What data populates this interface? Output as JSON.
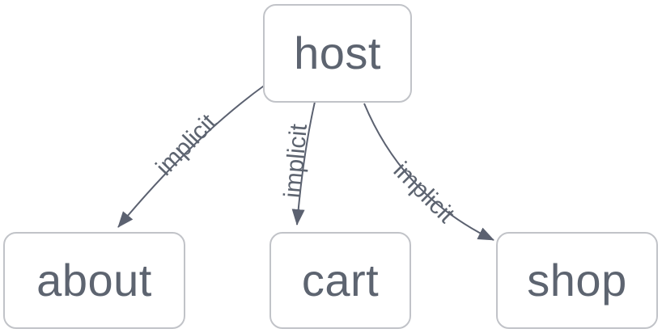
{
  "diagram": {
    "type": "graph",
    "nodes": [
      {
        "id": "host",
        "label": "host"
      },
      {
        "id": "about",
        "label": "about"
      },
      {
        "id": "cart",
        "label": "cart"
      },
      {
        "id": "shop",
        "label": "shop"
      }
    ],
    "edges": [
      {
        "from": "host",
        "to": "about",
        "label": "implicit"
      },
      {
        "from": "host",
        "to": "cart",
        "label": "implicit"
      },
      {
        "from": "host",
        "to": "shop",
        "label": "implicit"
      }
    ],
    "colors": {
      "node_border": "#c1c3c8",
      "node_text": "#5d6470",
      "edge_stroke": "#5b6170",
      "background": "#ffffff"
    }
  }
}
